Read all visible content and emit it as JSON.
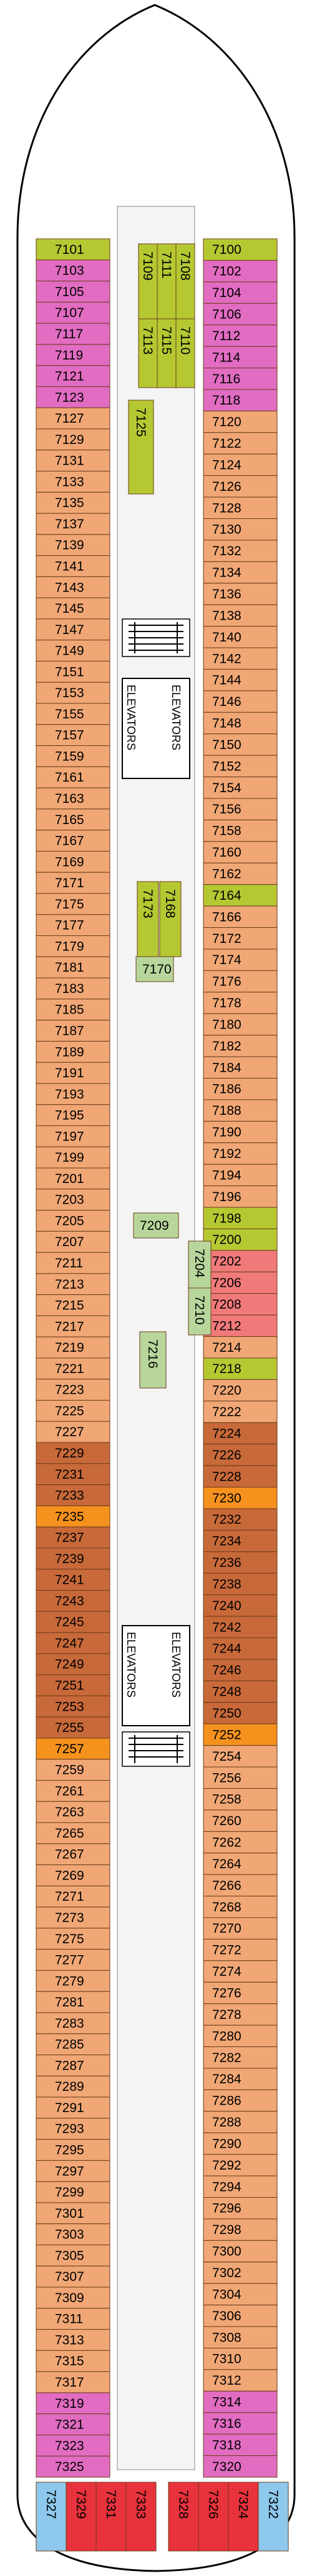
{
  "map": {
    "labels": {
      "elevators": "ELEVATORS"
    },
    "colors": {
      "standard": "#f0a775",
      "dark": "#c8693a",
      "suite": "#e16cc2",
      "orange": "#f5921e",
      "green_yellow": "#b5c832",
      "light_green": "#b8d69b",
      "salmon": "#f07a7a",
      "red": "#e8323c",
      "blue": "#8ec8ec"
    },
    "left_cabins": [
      {
        "num": "7101",
        "kind": "green_yellow"
      },
      {
        "num": "7103",
        "kind": "suite"
      },
      {
        "num": "7105",
        "kind": "suite"
      },
      {
        "num": "7107",
        "kind": "suite"
      },
      {
        "num": "7117",
        "kind": "suite"
      },
      {
        "num": "7119",
        "kind": "suite"
      },
      {
        "num": "7121",
        "kind": "suite"
      },
      {
        "num": "7123",
        "kind": "suite"
      },
      {
        "num": "7127",
        "kind": "standard"
      },
      {
        "num": "7129",
        "kind": "standard"
      },
      {
        "num": "7131",
        "kind": "standard"
      },
      {
        "num": "7133",
        "kind": "standard"
      },
      {
        "num": "7135",
        "kind": "standard"
      },
      {
        "num": "7137",
        "kind": "standard"
      },
      {
        "num": "7139",
        "kind": "standard"
      },
      {
        "num": "7141",
        "kind": "standard"
      },
      {
        "num": "7143",
        "kind": "standard"
      },
      {
        "num": "7145",
        "kind": "standard"
      },
      {
        "num": "7147",
        "kind": "standard"
      },
      {
        "num": "7149",
        "kind": "standard"
      },
      {
        "num": "7151",
        "kind": "standard"
      },
      {
        "num": "7153",
        "kind": "standard"
      },
      {
        "num": "7155",
        "kind": "standard"
      },
      {
        "num": "7157",
        "kind": "standard"
      },
      {
        "num": "7159",
        "kind": "standard"
      },
      {
        "num": "7161",
        "kind": "standard"
      },
      {
        "num": "7163",
        "kind": "standard"
      },
      {
        "num": "7165",
        "kind": "standard"
      },
      {
        "num": "7167",
        "kind": "standard"
      },
      {
        "num": "7169",
        "kind": "standard"
      },
      {
        "num": "7171",
        "kind": "standard"
      },
      {
        "num": "7175",
        "kind": "standard"
      },
      {
        "num": "7177",
        "kind": "standard"
      },
      {
        "num": "7179",
        "kind": "standard"
      },
      {
        "num": "7181",
        "kind": "standard"
      },
      {
        "num": "7183",
        "kind": "standard"
      },
      {
        "num": "7185",
        "kind": "standard"
      },
      {
        "num": "7187",
        "kind": "standard"
      },
      {
        "num": "7189",
        "kind": "standard"
      },
      {
        "num": "7191",
        "kind": "standard"
      },
      {
        "num": "7193",
        "kind": "standard"
      },
      {
        "num": "7195",
        "kind": "standard"
      },
      {
        "num": "7197",
        "kind": "standard"
      },
      {
        "num": "7199",
        "kind": "standard"
      },
      {
        "num": "7201",
        "kind": "standard"
      },
      {
        "num": "7203",
        "kind": "standard"
      },
      {
        "num": "7205",
        "kind": "standard"
      },
      {
        "num": "7207",
        "kind": "standard"
      },
      {
        "num": "7211",
        "kind": "standard"
      },
      {
        "num": "7213",
        "kind": "standard"
      },
      {
        "num": "7215",
        "kind": "standard"
      },
      {
        "num": "7217",
        "kind": "standard"
      },
      {
        "num": "7219",
        "kind": "standard"
      },
      {
        "num": "7221",
        "kind": "standard"
      },
      {
        "num": "7223",
        "kind": "standard"
      },
      {
        "num": "7225",
        "kind": "standard"
      },
      {
        "num": "7227",
        "kind": "standard"
      },
      {
        "num": "7229",
        "kind": "dark"
      },
      {
        "num": "7231",
        "kind": "dark"
      },
      {
        "num": "7233",
        "kind": "dark"
      },
      {
        "num": "7235",
        "kind": "orange"
      },
      {
        "num": "7237",
        "kind": "dark"
      },
      {
        "num": "7239",
        "kind": "dark"
      },
      {
        "num": "7241",
        "kind": "dark"
      },
      {
        "num": "7243",
        "kind": "dark"
      },
      {
        "num": "7245",
        "kind": "dark"
      },
      {
        "num": "7247",
        "kind": "dark"
      },
      {
        "num": "7249",
        "kind": "dark"
      },
      {
        "num": "7251",
        "kind": "dark"
      },
      {
        "num": "7253",
        "kind": "dark"
      },
      {
        "num": "7255",
        "kind": "dark"
      },
      {
        "num": "7257",
        "kind": "orange"
      },
      {
        "num": "7259",
        "kind": "standard"
      },
      {
        "num": "7261",
        "kind": "standard"
      },
      {
        "num": "7263",
        "kind": "standard"
      },
      {
        "num": "7265",
        "kind": "standard"
      },
      {
        "num": "7267",
        "kind": "standard"
      },
      {
        "num": "7269",
        "kind": "standard"
      },
      {
        "num": "7271",
        "kind": "standard"
      },
      {
        "num": "7273",
        "kind": "standard"
      },
      {
        "num": "7275",
        "kind": "standard"
      },
      {
        "num": "7277",
        "kind": "standard"
      },
      {
        "num": "7279",
        "kind": "standard"
      },
      {
        "num": "7281",
        "kind": "standard"
      },
      {
        "num": "7283",
        "kind": "standard"
      },
      {
        "num": "7285",
        "kind": "standard"
      },
      {
        "num": "7287",
        "kind": "standard"
      },
      {
        "num": "7289",
        "kind": "standard"
      },
      {
        "num": "7291",
        "kind": "standard"
      },
      {
        "num": "7293",
        "kind": "standard"
      },
      {
        "num": "7295",
        "kind": "standard"
      },
      {
        "num": "7297",
        "kind": "standard"
      },
      {
        "num": "7299",
        "kind": "standard"
      },
      {
        "num": "7301",
        "kind": "standard"
      },
      {
        "num": "7303",
        "kind": "standard"
      },
      {
        "num": "7305",
        "kind": "standard"
      },
      {
        "num": "7307",
        "kind": "standard"
      },
      {
        "num": "7309",
        "kind": "standard"
      },
      {
        "num": "7311",
        "kind": "standard"
      },
      {
        "num": "7313",
        "kind": "standard"
      },
      {
        "num": "7315",
        "kind": "standard"
      },
      {
        "num": "7317",
        "kind": "standard"
      },
      {
        "num": "7319",
        "kind": "suite"
      },
      {
        "num": "7321",
        "kind": "suite"
      },
      {
        "num": "7323",
        "kind": "suite"
      },
      {
        "num": "7325",
        "kind": "suite"
      }
    ],
    "right_cabins": [
      {
        "num": "7100",
        "kind": "green_yellow"
      },
      {
        "num": "7102",
        "kind": "suite"
      },
      {
        "num": "7104",
        "kind": "suite"
      },
      {
        "num": "7106",
        "kind": "suite"
      },
      {
        "num": "7112",
        "kind": "suite"
      },
      {
        "num": "7114",
        "kind": "suite"
      },
      {
        "num": "7116",
        "kind": "suite"
      },
      {
        "num": "7118",
        "kind": "suite"
      },
      {
        "num": "7120",
        "kind": "standard"
      },
      {
        "num": "7122",
        "kind": "standard"
      },
      {
        "num": "7124",
        "kind": "standard"
      },
      {
        "num": "7126",
        "kind": "standard"
      },
      {
        "num": "7128",
        "kind": "standard"
      },
      {
        "num": "7130",
        "kind": "standard"
      },
      {
        "num": "7132",
        "kind": "standard"
      },
      {
        "num": "7134",
        "kind": "standard"
      },
      {
        "num": "7136",
        "kind": "standard"
      },
      {
        "num": "7138",
        "kind": "standard"
      },
      {
        "num": "7140",
        "kind": "standard"
      },
      {
        "num": "7142",
        "kind": "standard"
      },
      {
        "num": "7144",
        "kind": "standard"
      },
      {
        "num": "7146",
        "kind": "standard"
      },
      {
        "num": "7148",
        "kind": "standard"
      },
      {
        "num": "7150",
        "kind": "standard"
      },
      {
        "num": "7152",
        "kind": "standard"
      },
      {
        "num": "7154",
        "kind": "standard"
      },
      {
        "num": "7156",
        "kind": "standard"
      },
      {
        "num": "7158",
        "kind": "standard"
      },
      {
        "num": "7160",
        "kind": "standard"
      },
      {
        "num": "7162",
        "kind": "standard"
      },
      {
        "num": "7164",
        "kind": "green_yellow"
      },
      {
        "num": "7166",
        "kind": "standard"
      },
      {
        "num": "7172",
        "kind": "standard"
      },
      {
        "num": "7174",
        "kind": "standard"
      },
      {
        "num": "7176",
        "kind": "standard"
      },
      {
        "num": "7178",
        "kind": "standard"
      },
      {
        "num": "7180",
        "kind": "standard"
      },
      {
        "num": "7182",
        "kind": "standard"
      },
      {
        "num": "7184",
        "kind": "standard"
      },
      {
        "num": "7186",
        "kind": "standard"
      },
      {
        "num": "7188",
        "kind": "standard"
      },
      {
        "num": "7190",
        "kind": "standard"
      },
      {
        "num": "7192",
        "kind": "standard"
      },
      {
        "num": "7194",
        "kind": "standard"
      },
      {
        "num": "7196",
        "kind": "standard"
      },
      {
        "num": "7198",
        "kind": "green_yellow"
      },
      {
        "num": "7200",
        "kind": "green_yellow"
      },
      {
        "num": "7202",
        "kind": "salmon"
      },
      {
        "num": "7206",
        "kind": "salmon"
      },
      {
        "num": "7208",
        "kind": "salmon"
      },
      {
        "num": "7212",
        "kind": "salmon"
      },
      {
        "num": "7214",
        "kind": "standard"
      },
      {
        "num": "7218",
        "kind": "green_yellow"
      },
      {
        "num": "7220",
        "kind": "standard"
      },
      {
        "num": "7222",
        "kind": "standard"
      },
      {
        "num": "7224",
        "kind": "dark"
      },
      {
        "num": "7226",
        "kind": "dark"
      },
      {
        "num": "7228",
        "kind": "dark"
      },
      {
        "num": "7230",
        "kind": "orange"
      },
      {
        "num": "7232",
        "kind": "dark"
      },
      {
        "num": "7234",
        "kind": "dark"
      },
      {
        "num": "7236",
        "kind": "dark"
      },
      {
        "num": "7238",
        "kind": "dark"
      },
      {
        "num": "7240",
        "kind": "dark"
      },
      {
        "num": "7242",
        "kind": "dark"
      },
      {
        "num": "7244",
        "kind": "dark"
      },
      {
        "num": "7246",
        "kind": "dark"
      },
      {
        "num": "7248",
        "kind": "dark"
      },
      {
        "num": "7250",
        "kind": "dark"
      },
      {
        "num": "7252",
        "kind": "orange"
      },
      {
        "num": "7254",
        "kind": "standard"
      },
      {
        "num": "7256",
        "kind": "standard"
      },
      {
        "num": "7258",
        "kind": "standard"
      },
      {
        "num": "7260",
        "kind": "standard"
      },
      {
        "num": "7262",
        "kind": "standard"
      },
      {
        "num": "7264",
        "kind": "standard"
      },
      {
        "num": "7266",
        "kind": "standard"
      },
      {
        "num": "7268",
        "kind": "standard"
      },
      {
        "num": "7270",
        "kind": "standard"
      },
      {
        "num": "7272",
        "kind": "standard"
      },
      {
        "num": "7274",
        "kind": "standard"
      },
      {
        "num": "7276",
        "kind": "standard"
      },
      {
        "num": "7278",
        "kind": "standard"
      },
      {
        "num": "7280",
        "kind": "standard"
      },
      {
        "num": "7282",
        "kind": "standard"
      },
      {
        "num": "7284",
        "kind": "standard"
      },
      {
        "num": "7286",
        "kind": "standard"
      },
      {
        "num": "7288",
        "kind": "standard"
      },
      {
        "num": "7290",
        "kind": "standard"
      },
      {
        "num": "7292",
        "kind": "standard"
      },
      {
        "num": "7294",
        "kind": "standard"
      },
      {
        "num": "7296",
        "kind": "standard"
      },
      {
        "num": "7298",
        "kind": "standard"
      },
      {
        "num": "7300",
        "kind": "standard"
      },
      {
        "num": "7302",
        "kind": "standard"
      },
      {
        "num": "7304",
        "kind": "standard"
      },
      {
        "num": "7306",
        "kind": "standard"
      },
      {
        "num": "7308",
        "kind": "standard"
      },
      {
        "num": "7310",
        "kind": "standard"
      },
      {
        "num": "7312",
        "kind": "standard"
      },
      {
        "num": "7314",
        "kind": "suite"
      },
      {
        "num": "7316",
        "kind": "suite"
      },
      {
        "num": "7318",
        "kind": "suite"
      },
      {
        "num": "7320",
        "kind": "suite"
      }
    ],
    "center_cabins": [
      {
        "num": "7109",
        "kind": "green_yellow"
      },
      {
        "num": "7111",
        "kind": "green_yellow"
      },
      {
        "num": "7108",
        "kind": "green_yellow"
      },
      {
        "num": "7113",
        "kind": "green_yellow"
      },
      {
        "num": "7115",
        "kind": "green_yellow"
      },
      {
        "num": "7110",
        "kind": "green_yellow"
      },
      {
        "num": "7125",
        "kind": "green_yellow"
      },
      {
        "num": "7173",
        "kind": "green_yellow"
      },
      {
        "num": "7168",
        "kind": "green_yellow"
      },
      {
        "num": "7170",
        "kind": "light_green"
      },
      {
        "num": "7209",
        "kind": "light_green"
      },
      {
        "num": "7204",
        "kind": "light_green"
      },
      {
        "num": "7210",
        "kind": "light_green"
      },
      {
        "num": "7216",
        "kind": "light_green"
      }
    ],
    "stern_cabins": [
      {
        "num": "7327",
        "kind": "blue"
      },
      {
        "num": "7329",
        "kind": "red"
      },
      {
        "num": "7331",
        "kind": "red"
      },
      {
        "num": "7333",
        "kind": "red"
      },
      {
        "num": "7328",
        "kind": "red"
      },
      {
        "num": "7326",
        "kind": "red"
      },
      {
        "num": "7324",
        "kind": "red"
      },
      {
        "num": "7322",
        "kind": "blue"
      }
    ]
  }
}
